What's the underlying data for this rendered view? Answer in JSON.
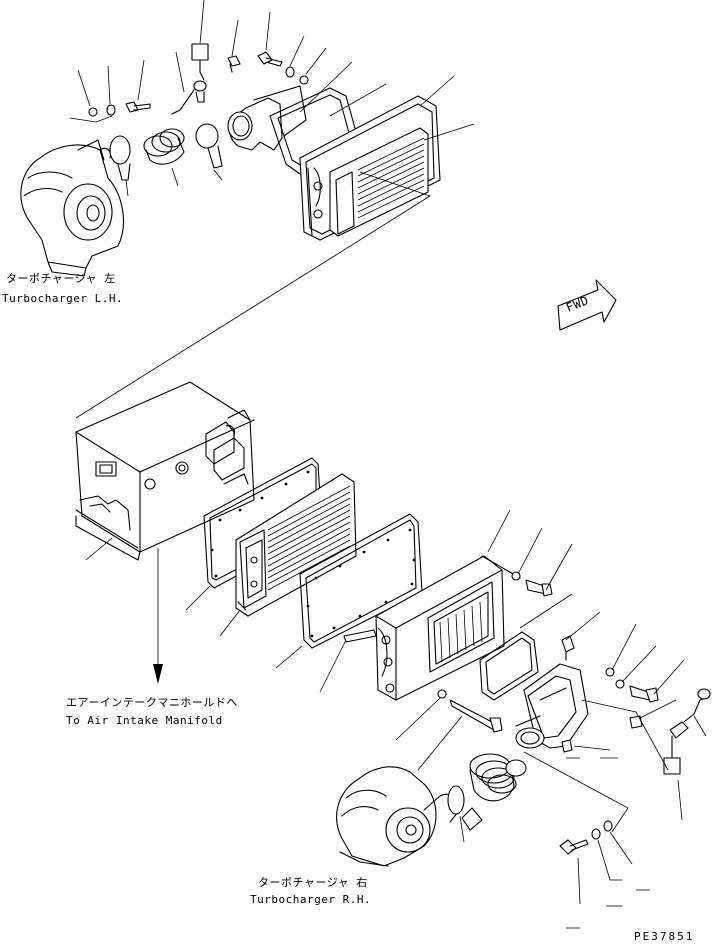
{
  "labels": {
    "turbo_lh_jp": "ターボチャージャ 左",
    "turbo_lh_en": "Turbocharger L.H.",
    "intake_jp": "エアーインテークマニホールドへ",
    "intake_en": "To Air Intake Manifold",
    "turbo_rh_jp": "ターボチャージャ 右",
    "turbo_rh_en": "Turbocharger R.H.",
    "fwd": "FWD",
    "drawing_no": "PE37851"
  }
}
